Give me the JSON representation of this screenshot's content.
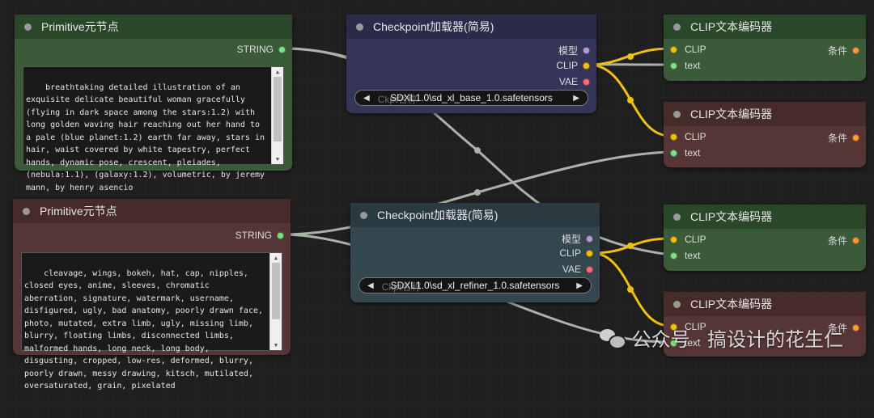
{
  "colors": {
    "clip": "#f0c010",
    "conditioning": "#ff9a3c",
    "string": "#7ee07e",
    "model": "#b39ddb",
    "vae": "#ff6b7a",
    "wire_gray": "#9aaa9a"
  },
  "nodes": {
    "primitive_pos": {
      "title": "Primitive元节点",
      "output": "STRING",
      "text": "breathtaking detailed illustration of an exquisite delicate beautiful woman gracefully (flying in dark space among the stars:1.2) with long golden waving hair reaching out her hand to a pale (blue planet:1.2) earth far away, stars in hair, waist covered by white tapestry, perfect hands, dynamic pose, crescent, pleiades, (nebula:1.1), (galaxy:1.2), volumetric, by jeremy mann, by henry asencio"
    },
    "primitive_neg": {
      "title": "Primitive元节点",
      "output": "STRING",
      "text": "cleavage, wings, bokeh, hat, cap, nipples, closed eyes, anime, sleeves, chromatic aberration, signature, watermark, username, disfigured, ugly, bad anatomy, poorly drawn face, photo, mutated, extra limb, ugly, missing limb, blurry, floating limbs, disconnected limbs, malformed hands, long neck, long body, disgusting, cropped, low-res, deformed, blurry, poorly drawn, messy drawing, kitsch, mutilated, oversaturated, grain, pixelated"
    },
    "ckpt_base": {
      "title": "Checkpoint加载器(简易)",
      "outputs": [
        "模型",
        "CLIP",
        "VAE"
      ],
      "combo_value": "SDXL1.0\\sd_xl_base_1.0.safetensors",
      "combo_ghost": "Ckpt名称"
    },
    "ckpt_refiner": {
      "title": "Checkpoint加载器(简易)",
      "outputs": [
        "模型",
        "CLIP",
        "VAE"
      ],
      "combo_value": "SDXL1.0\\sd_xl_refiner_1.0.safetensors",
      "combo_ghost": "Ckpt名称"
    },
    "clip1": {
      "title": "CLIP文本编码器",
      "in_clip": "CLIP",
      "in_text": "text",
      "out": "条件"
    },
    "clip2": {
      "title": "CLIP文本编码器",
      "in_clip": "CLIP",
      "in_text": "text",
      "out": "条件"
    },
    "clip3": {
      "title": "CLIP文本编码器",
      "in_clip": "CLIP",
      "in_text": "text",
      "out": "条件"
    },
    "clip4": {
      "title": "CLIP文本编码器",
      "in_clip": "CLIP",
      "in_text": "text",
      "out": "条件"
    }
  },
  "watermark": {
    "text": "公众号 · 搞设计的花生仁",
    "icon": "wechat-icon"
  },
  "icons": {
    "combo_left": "◀",
    "combo_right": "▶",
    "scroll_up": "▲",
    "scroll_down": "▼"
  }
}
